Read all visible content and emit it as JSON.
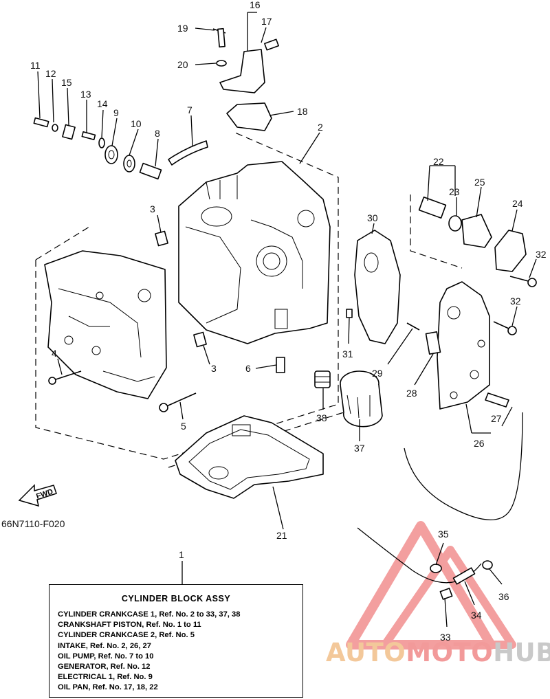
{
  "diagram": {
    "ref_code": "66N7110-F020",
    "fwd_label": "FWD",
    "callouts": [
      "16",
      "17",
      "19",
      "20",
      "11",
      "12",
      "15",
      "13",
      "14",
      "9",
      "10",
      "7",
      "18",
      "2",
      "8",
      "22",
      "23",
      "25",
      "24",
      "32",
      "32",
      "3",
      "30",
      "4",
      "31",
      "3",
      "6",
      "29",
      "28",
      "5",
      "38",
      "37",
      "27",
      "26",
      "21",
      "1",
      "35",
      "36",
      "34",
      "33"
    ]
  },
  "assy_box": {
    "title": "CYLINDER BLOCK ASSY",
    "lines": [
      "CYLINDER CRANKCASE 1,  Ref. No. 2 to 33, 37, 38",
      "CRANKSHAFT PISTON,        Ref. No. 1 to 11",
      "CYLINDER CRANKCASE 2,  Ref. No. 5",
      "INTAKE,  Ref. No. 2, 26, 27",
      "OIL PUMP,  Ref. No. 7 to 10",
      "GENERATOR,  Ref. No. 12",
      "ELECTRICAL 1, Ref. No. 9",
      "OIL PAN,  Ref. No. 17, 18, 22"
    ]
  },
  "watermark": {
    "part1": "AUTO",
    "part2": "MOTO",
    "part3": "HUB",
    "colors": {
      "auto": "#f3c89a",
      "moto": "#f29a9a",
      "hub": "#c9c9c9",
      "triangle": "#f08080"
    }
  }
}
